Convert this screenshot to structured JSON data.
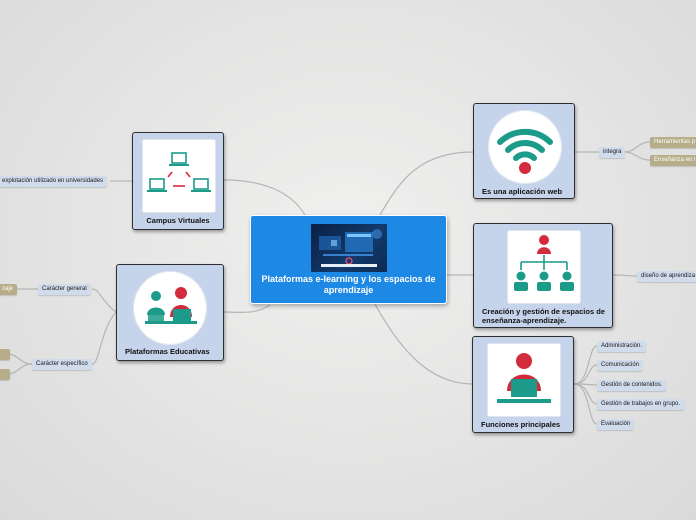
{
  "central": {
    "title": "Plataformas e-learning y los espacios de aprendizaje"
  },
  "nodes": {
    "campus": {
      "title": "Campus Virtuales"
    },
    "plataformas": {
      "title": "Plataformas Educativas"
    },
    "web": {
      "title": "Es una aplicación web"
    },
    "creacion": {
      "title": "Creación y gestión de espacios de enseñanza-aprendizaje."
    },
    "funciones": {
      "title": "Funciones principales"
    }
  },
  "labels": {
    "explotacion": "explotación utilizado en universidades",
    "caracter_general": "Carácter general",
    "caracter_especifico": "Carácter específico",
    "cut_zaje": "zaje",
    "integra": "integra",
    "herramientas": "Herramientas p",
    "ensenanza": "Enseñanza en l",
    "diseno": "diseño de aprendiza",
    "administracion": "Administración.",
    "comunicacion": "Comunicación",
    "gestion_contenidos": "Gestión de contenidos.",
    "gestion_grupo": "Gestión de trabajos en grupo.",
    "evaluacion": "Evaluación"
  },
  "colors": {
    "central_bg": "#1e88e5",
    "node_bg": "#c5d4ea",
    "wifi_teal": "#1c9a8a",
    "accent_red": "#d42b3c",
    "label_tan": "#b8ad8a"
  }
}
